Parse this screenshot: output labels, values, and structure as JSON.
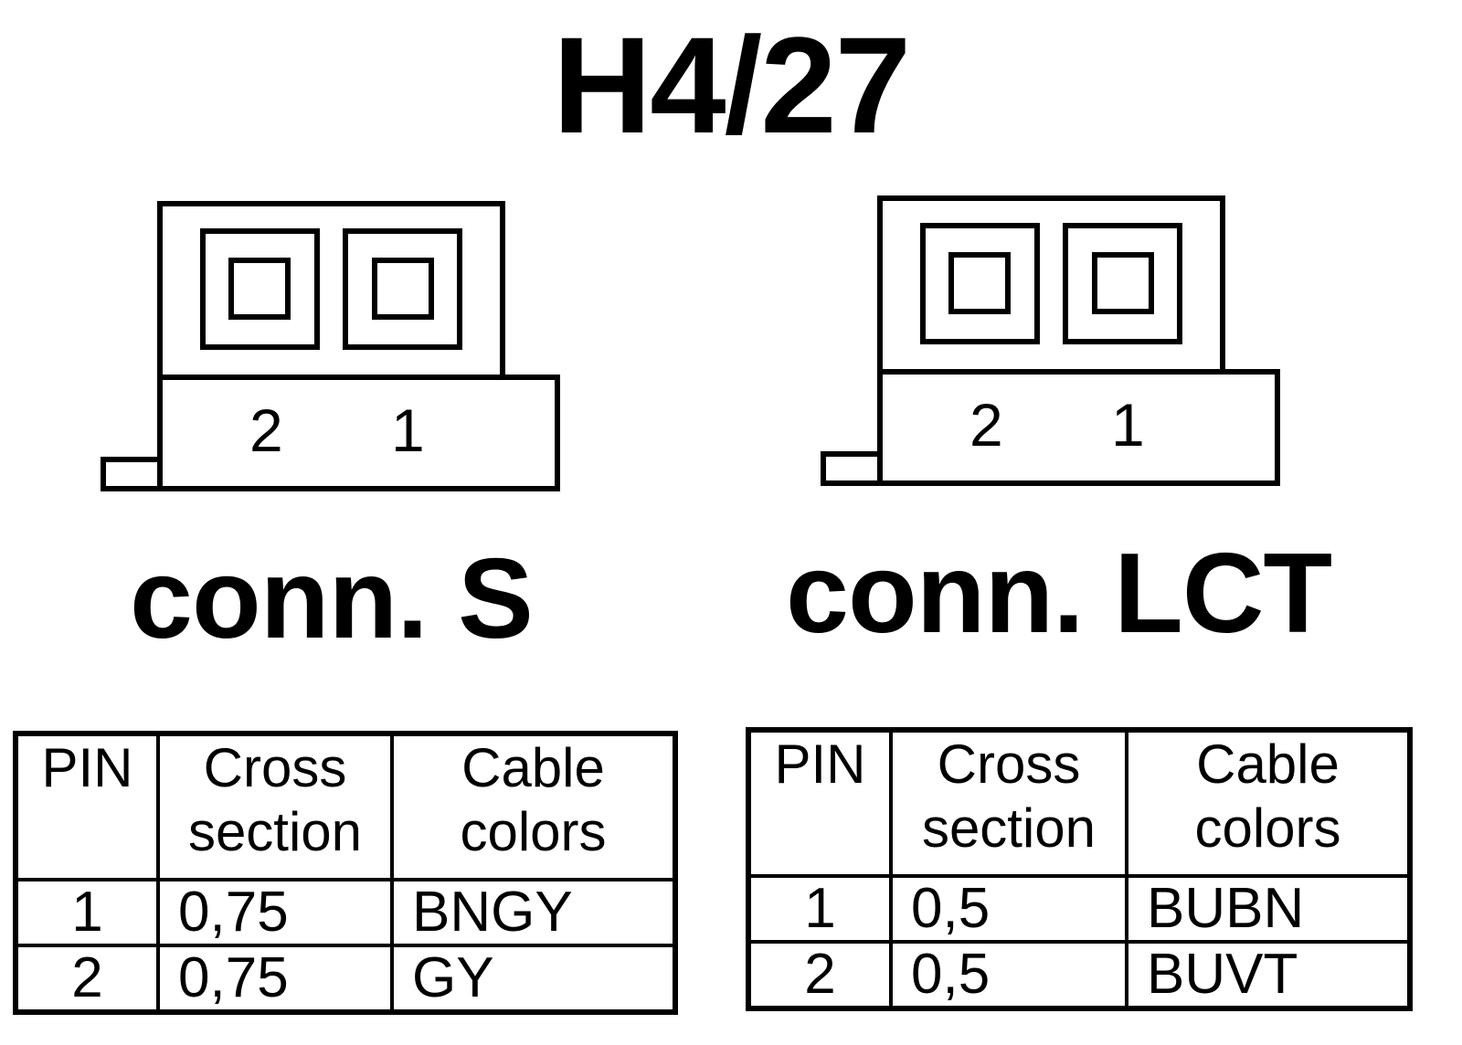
{
  "title": "H4/27",
  "connectors": [
    {
      "label": "conn. S",
      "pins": [
        "2",
        "1"
      ],
      "table": {
        "headers": {
          "pin": "PIN",
          "cross_1": "Cross",
          "cross_2": "section",
          "color_1": "Cable",
          "color_2": "colors"
        },
        "rows": [
          {
            "pin": "1",
            "cross": "0,75",
            "color": "BNGY"
          },
          {
            "pin": "2",
            "cross": "0,75",
            "color": "GY"
          }
        ]
      }
    },
    {
      "label": "conn. LCT",
      "pins": [
        "2",
        "1"
      ],
      "table": {
        "headers": {
          "pin": "PIN",
          "cross_1": "Cross",
          "cross_2": "section",
          "color_1": "Cable",
          "color_2": "colors"
        },
        "rows": [
          {
            "pin": "1",
            "cross": "0,5",
            "color": "BUBN"
          },
          {
            "pin": "2",
            "cross": "0,5",
            "color": "BUVT"
          }
        ]
      }
    }
  ]
}
